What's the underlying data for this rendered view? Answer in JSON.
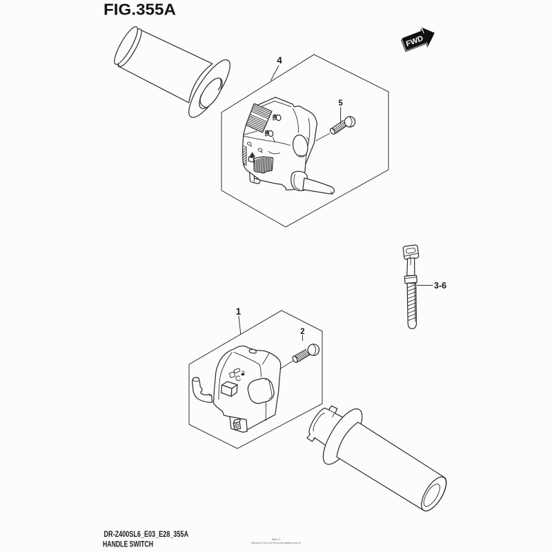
{
  "figure": {
    "title": "FIG.355A",
    "drawing_code": "DR-Z400SL6_E03_E28_355A",
    "drawing_name": "HANDLE SWITCH"
  },
  "direction_marker": {
    "label": "FWD"
  },
  "callouts": {
    "switch_right_assembly": "4",
    "screw_right": "5",
    "switch_left_assembly": "1",
    "screw_left": "2",
    "band": "3-6"
  },
  "fine_print": {
    "line1": "355A-27",
    "line2": "Reproduced 1 2024 12:16 PM from parts catalogue service 15"
  },
  "colors": {
    "background": "#fcfdfa",
    "line": "#2d2d2d",
    "marker_fill": "#111111",
    "marker_text": "#ffffff"
  }
}
